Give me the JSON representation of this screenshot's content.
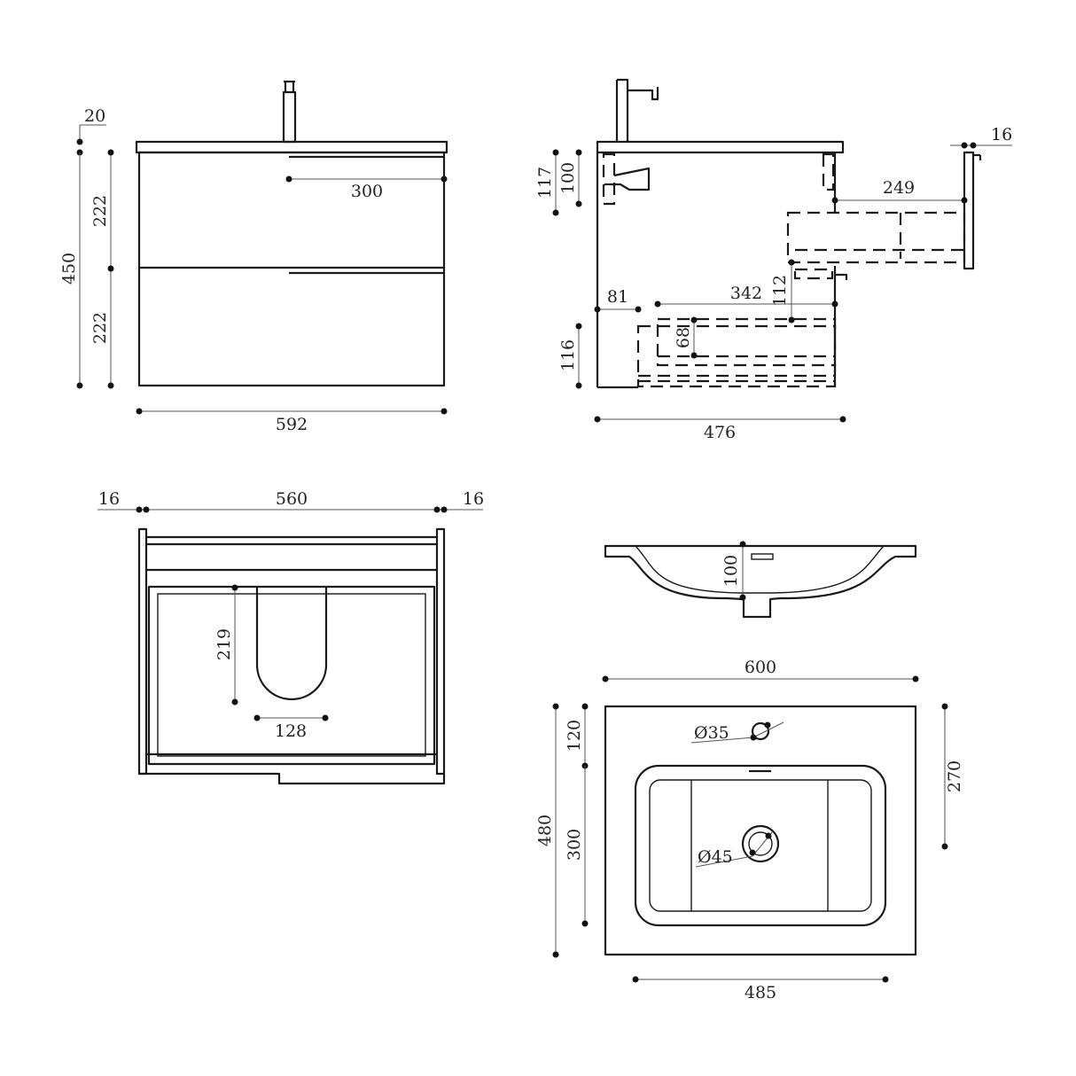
{
  "front_view": {
    "top_thickness": "20",
    "total_height": "450",
    "upper_drawer_height": "222",
    "lower_drawer_height": "222",
    "handle_length": "300",
    "total_width": "592"
  },
  "side_view": {
    "backsplash_height": "117",
    "tap_offset": "100",
    "panel_thickness": "16",
    "drawer_extension": "249",
    "drawer_gap": "112",
    "inner_offset": "81",
    "inner_depth": "342",
    "inner_box_height": "68",
    "lower_section_height": "116",
    "total_depth": "476"
  },
  "plan_view": {
    "left_panel": "16",
    "inner_width": "560",
    "right_panel": "16",
    "cutout_depth": "219",
    "cutout_width": "128"
  },
  "basin_section": {
    "bowl_depth": "100"
  },
  "basin_plan": {
    "overall_width": "600",
    "tap_hole_offset": "120",
    "overall_depth": "480",
    "bowl_length": "300",
    "side_offset": "270",
    "tap_hole_diameter": "Ø35",
    "waste_diameter": "Ø45",
    "bowl_width": "485"
  }
}
